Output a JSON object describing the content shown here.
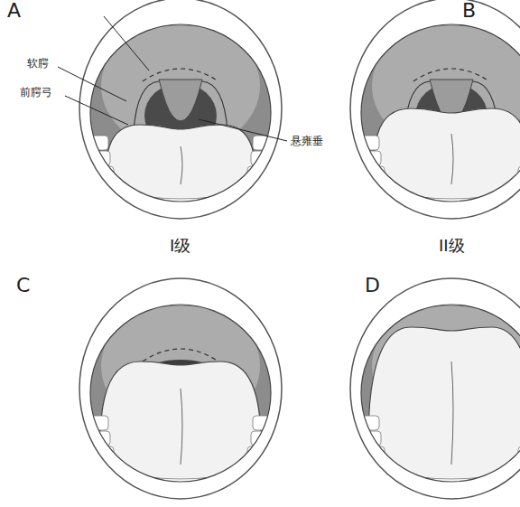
{
  "diagram": {
    "labels": [
      "A",
      "B",
      "I级",
      "II级",
      "C",
      "D",
      "软腭",
      "前腭弓",
      "悬雍垂"
    ]
  }
}
